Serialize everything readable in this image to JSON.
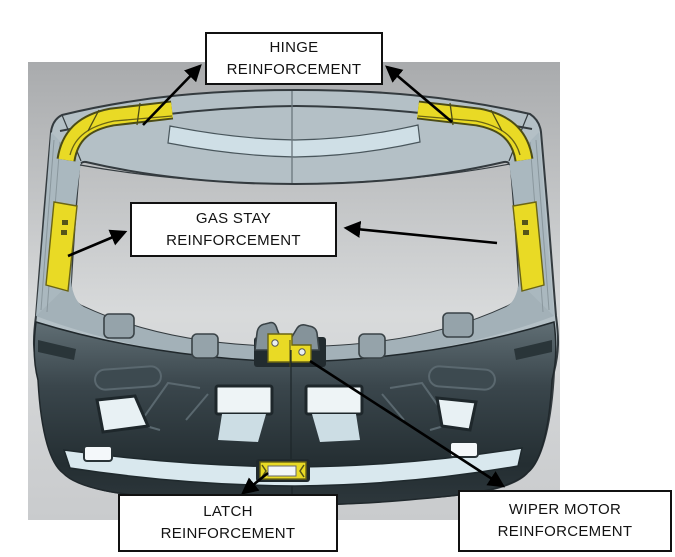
{
  "labels": {
    "hinge": {
      "line1": "HINGE",
      "line2": "REINFORCEMENT"
    },
    "gas_stay": {
      "line1": "GAS STAY",
      "line2": "REINFORCEMENT"
    },
    "latch": {
      "line1": "LATCH",
      "line2": "REINFORCEMENT"
    },
    "wiper_motor": {
      "line1": "WIPER MOTOR",
      "line2": "REINFORCEMENT"
    }
  },
  "colors": {
    "highlight_yellow": "#e9da25",
    "panel_blue": "#b4c0c6",
    "panel_band": "#a3b1b8",
    "panel_dark": "#323d42",
    "background_gray_top": "#a9abad",
    "background_gray_bottom": "#d6d8d9",
    "label_bg": "#ffffff",
    "label_border": "#111111",
    "arrow": "#000000"
  }
}
